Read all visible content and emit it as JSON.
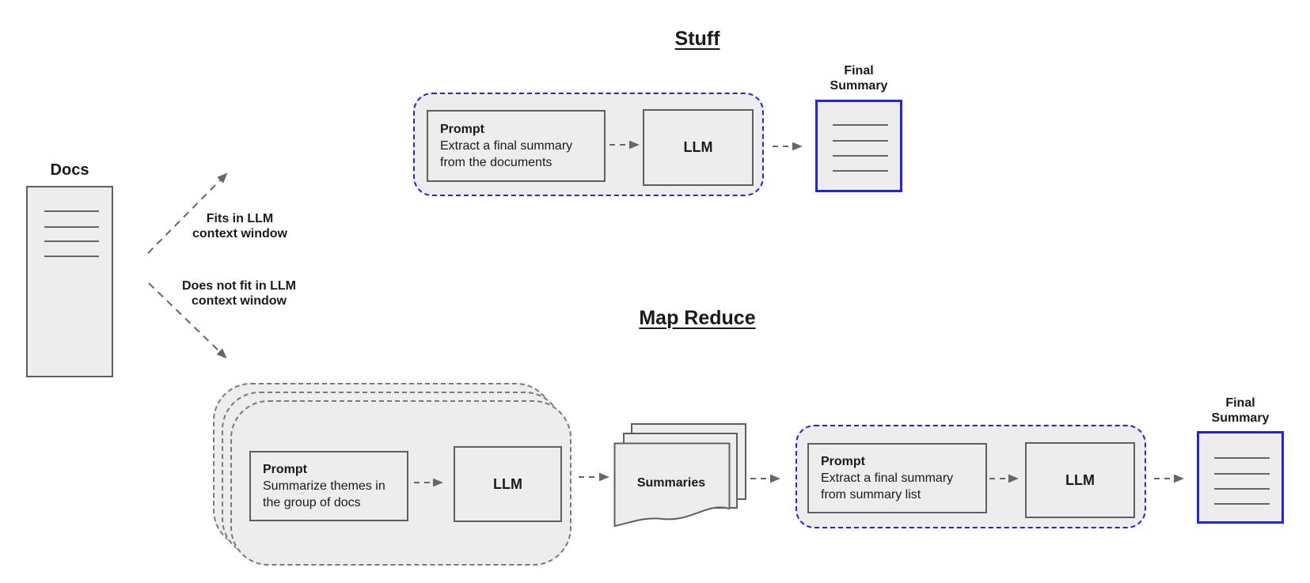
{
  "colors": {
    "accent_blue": "#2222e8",
    "fill_gray": "#ededed",
    "border_gray": "#5f5f5f",
    "dash_gray": "#7a7a7a",
    "arrow_gray": "#666666",
    "text_dark": "#1a1a1a",
    "doc_line_gray": "#666666"
  },
  "docs": {
    "label": "Docs"
  },
  "branches": {
    "fits": {
      "line1": "Fits in LLM",
      "line2": "context window"
    },
    "does_not_fit": {
      "line1": "Does not fit in LLM",
      "line2": "context window"
    }
  },
  "stuff": {
    "title": "Stuff",
    "prompt": {
      "title": "Prompt",
      "line1": "Extract a final summary",
      "line2": "from the documents"
    },
    "llm_label": "LLM",
    "final_label": {
      "line1": "Final",
      "line2": "Summary"
    }
  },
  "map_reduce": {
    "title": "Map Reduce",
    "map_prompt": {
      "title": "Prompt",
      "line1": "Summarize themes in",
      "line2": "the group of docs"
    },
    "map_llm_label": "LLM",
    "summaries_label": "Summaries",
    "reduce_prompt": {
      "title": "Prompt",
      "line1": "Extract a final summary",
      "line2": "from summary list"
    },
    "reduce_llm_label": "LLM",
    "final_label": {
      "line1": "Final",
      "line2": "Summary"
    }
  }
}
